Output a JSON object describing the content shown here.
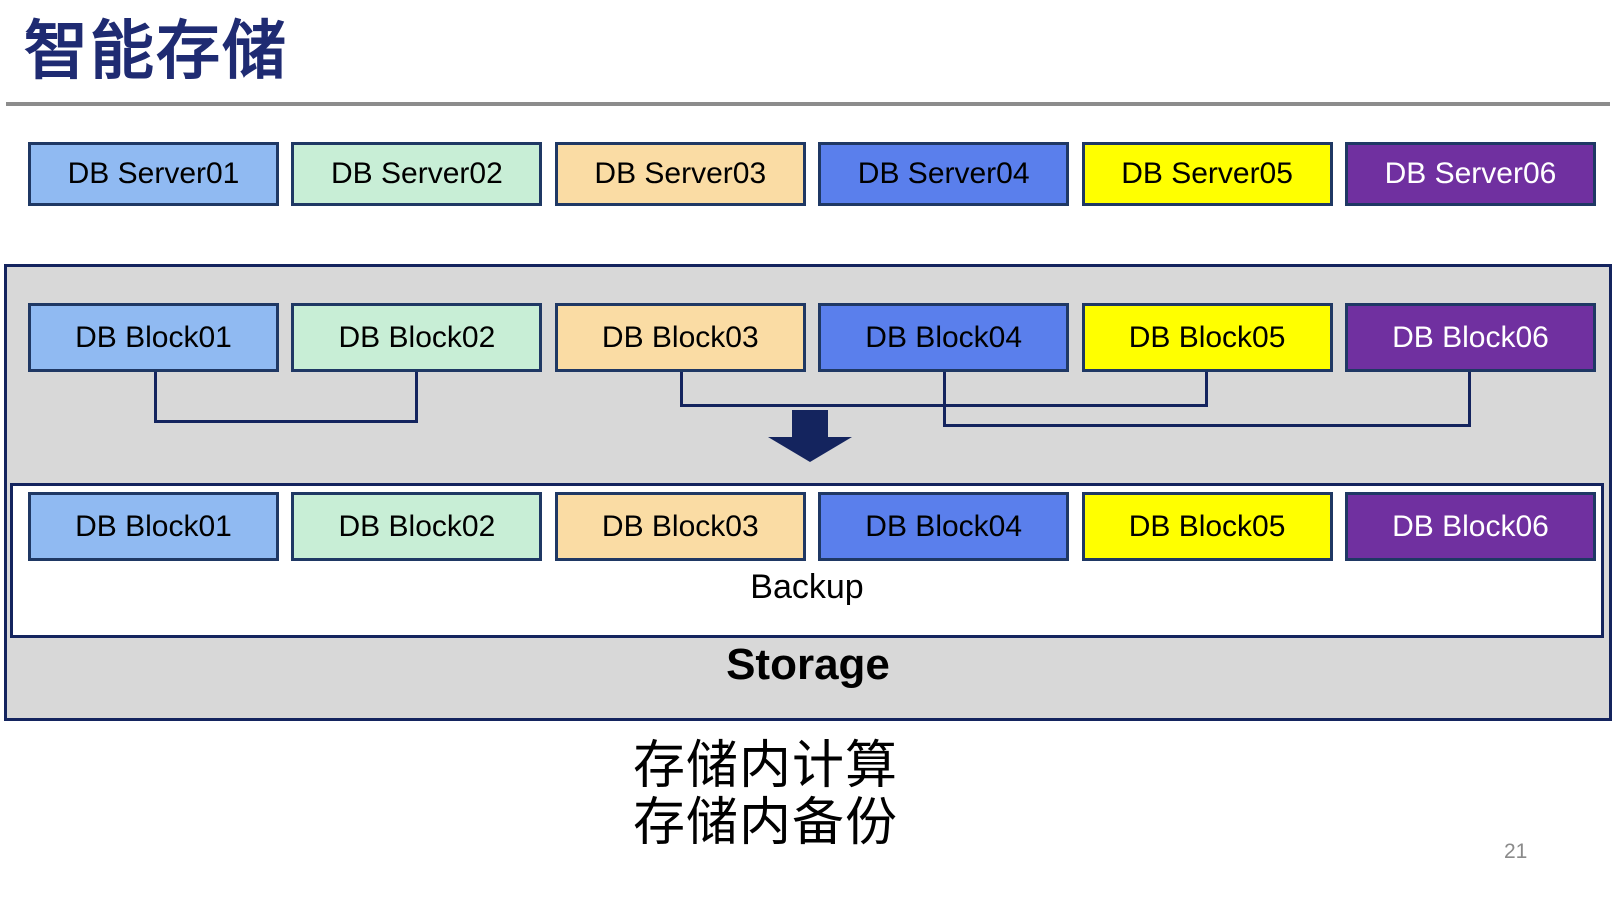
{
  "title": "智能存储",
  "page_number": "21",
  "captions": [
    "存储内计算",
    "存储内备份"
  ],
  "backup_label": "Backup",
  "storage_label": "Storage",
  "db_servers": [
    "DB Server01",
    "DB Server02",
    "DB Server03",
    "DB Server04",
    "DB Server05",
    "DB Server06"
  ],
  "db_blocks_top": [
    "DB Block01",
    "DB Block02",
    "DB Block03",
    "DB Block04",
    "DB Block05",
    "DB Block06"
  ],
  "db_blocks_bottom": [
    "DB Block01",
    "DB Block02",
    "DB Block03",
    "DB Block04",
    "DB Block05",
    "DB Block06"
  ],
  "connections": [
    {
      "from": "DB Block01",
      "to": "DB Block02"
    },
    {
      "from": "DB Block03",
      "to": "DB Block05"
    },
    {
      "from": "DB Block04",
      "to": "DB Block06"
    }
  ],
  "palette": [
    {
      "name": "light-blue",
      "fill": "#90BAF2",
      "text": "#000000"
    },
    {
      "name": "mint-green",
      "fill": "#C8EED6",
      "text": "#000000"
    },
    {
      "name": "tan",
      "fill": "#FADCA4",
      "text": "#000000"
    },
    {
      "name": "royal-blue",
      "fill": "#5A7FEC",
      "text": "#000000"
    },
    {
      "name": "yellow",
      "fill": "#FFFF00",
      "text": "#000000"
    },
    {
      "name": "purple",
      "fill": "#7030A0",
      "text": "#FFFFFF"
    }
  ],
  "colors": {
    "box_border": "#1F3864",
    "container_border": "#14245E",
    "container_fill": "#D8D8D8",
    "arrow": "#14245E",
    "title": "#1F2B72",
    "rule": "#8C8C8C",
    "page_number": "#8A8A8A"
  }
}
